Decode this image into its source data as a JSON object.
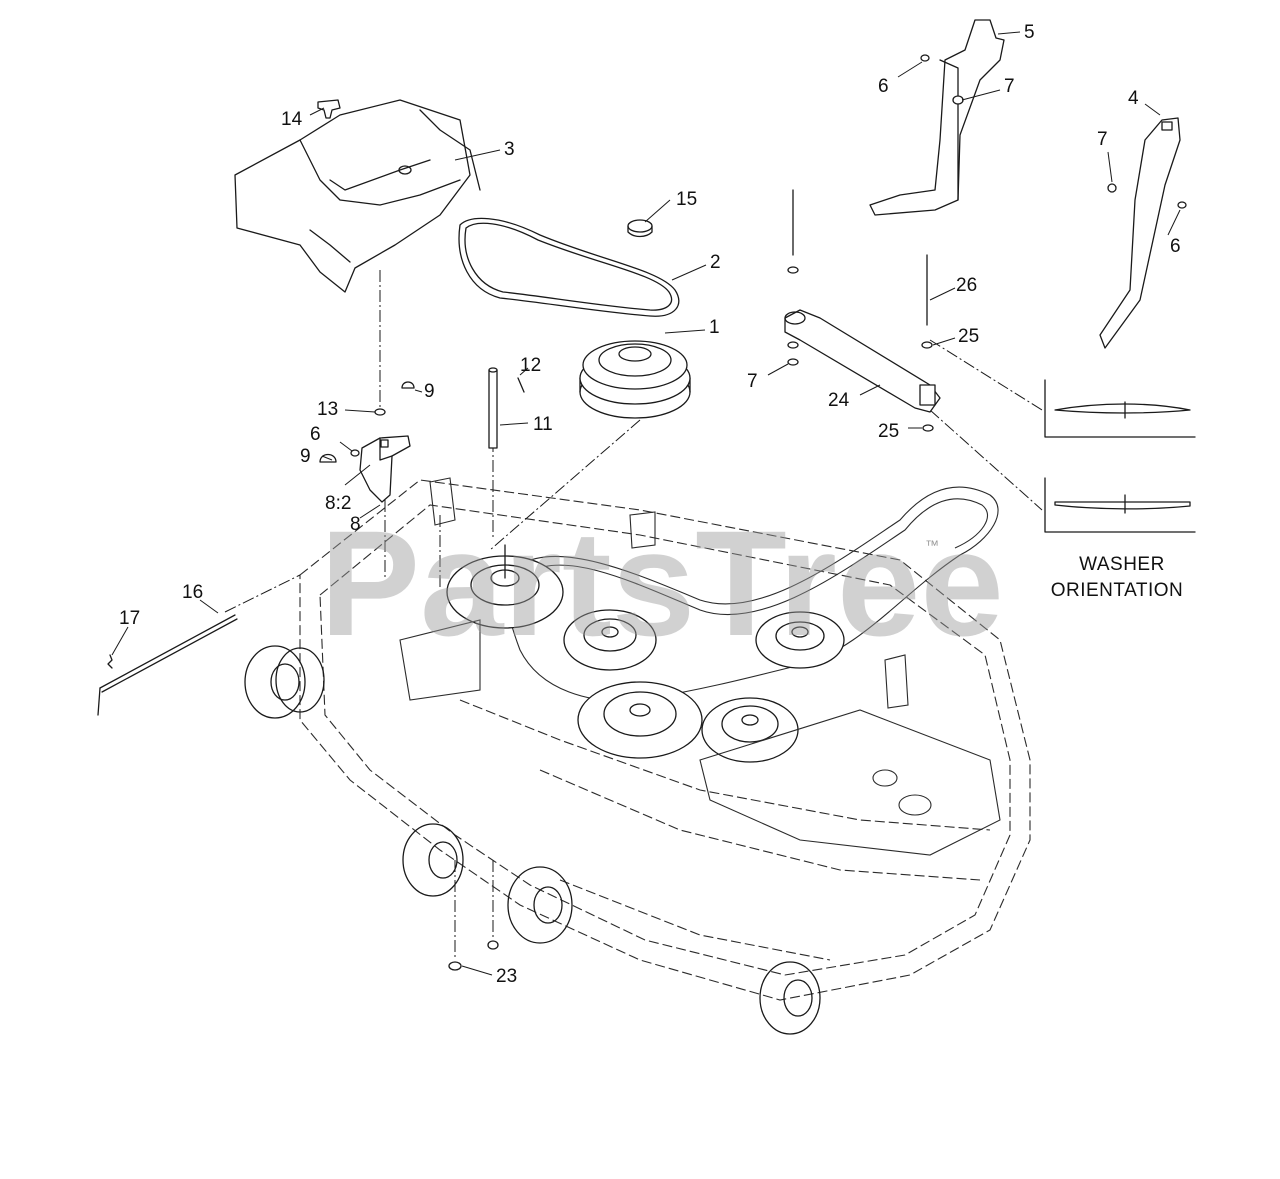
{
  "watermark": {
    "text": "PartsTree",
    "trademark": "™"
  },
  "washer_orientation": {
    "line1": "WASHER",
    "line2": "ORIENTATION"
  },
  "callouts": [
    {
      "id": "c1",
      "label": "1"
    },
    {
      "id": "c2",
      "label": "2"
    },
    {
      "id": "c3",
      "label": "3"
    },
    {
      "id": "c4",
      "label": "4"
    },
    {
      "id": "c5",
      "label": "5"
    },
    {
      "id": "c6a",
      "label": "6"
    },
    {
      "id": "c6b",
      "label": "6"
    },
    {
      "id": "c6c",
      "label": "6"
    },
    {
      "id": "c7a",
      "label": "7"
    },
    {
      "id": "c7b",
      "label": "7"
    },
    {
      "id": "c7c",
      "label": "7"
    },
    {
      "id": "c8",
      "label": "8"
    },
    {
      "id": "c82",
      "label": "8:2"
    },
    {
      "id": "c9a",
      "label": "9"
    },
    {
      "id": "c9b",
      "label": "9"
    },
    {
      "id": "c11",
      "label": "11"
    },
    {
      "id": "c12",
      "label": "12"
    },
    {
      "id": "c13",
      "label": "13"
    },
    {
      "id": "c14",
      "label": "14"
    },
    {
      "id": "c15",
      "label": "15"
    },
    {
      "id": "c16",
      "label": "16"
    },
    {
      "id": "c17",
      "label": "17"
    },
    {
      "id": "c23",
      "label": "23"
    },
    {
      "id": "c24",
      "label": "24"
    },
    {
      "id": "c25a",
      "label": "25"
    },
    {
      "id": "c25b",
      "label": "25"
    },
    {
      "id": "c26",
      "label": "26"
    }
  ]
}
